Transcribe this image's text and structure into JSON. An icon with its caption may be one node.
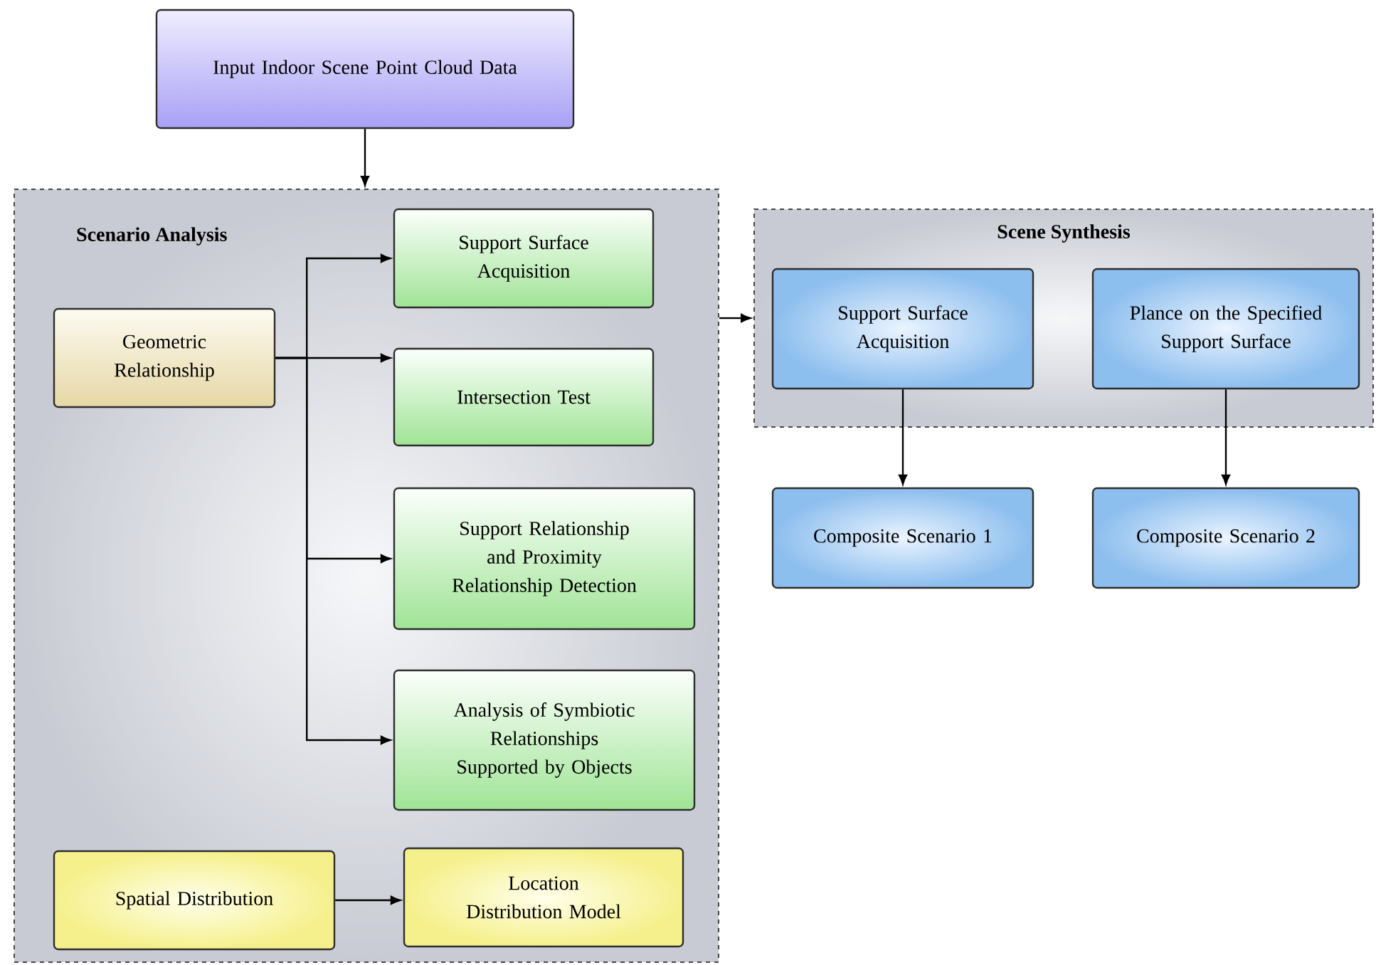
{
  "diagram": {
    "nodes": [
      {
        "text": [
          "Input Indoor Scene Point Cloud Data"
        ]
      },
      {
        "text": [
          "Scenario Analysis"
        ]
      },
      {
        "text": [
          "Geometric Relationship"
        ],
        "in": 1
      },
      {
        "text": [
          "Support Surface Acquisition"
        ],
        "in": 1
      },
      {
        "text": [
          "Intersection Test"
        ],
        "in": 1
      },
      {
        "text": [
          "Support Relationship and Proximity Relationship Detection"
        ],
        "in": 1
      },
      {
        "text": [
          "Analysis of Symbiotic Relationships Supported by Objects"
        ],
        "in": 1
      },
      {
        "text": [
          "Spatial Distribution"
        ],
        "in": 1
      },
      {
        "text": [
          "Location Distribution Model"
        ],
        "in": 1
      },
      {
        "text": [
          "Scene Synthesis"
        ]
      },
      {
        "text": [
          "Support Surface Acquisition"
        ],
        "in": 9
      },
      {
        "text": [
          "Plance on the Specified Support Surface"
        ],
        "in": 9
      },
      {
        "text": [
          "Composite Scenario 1"
        ]
      },
      {
        "text": [
          "Composite Scenario 2"
        ]
      }
    ],
    "edges": [
      {
        "from": 0,
        "to": 1,
        "arrow": "to"
      },
      {
        "from": 2,
        "to": 3,
        "arrow": "to"
      },
      {
        "from": 2,
        "to": 4,
        "arrow": "to"
      },
      {
        "from": 2,
        "to": 5,
        "arrow": "to"
      },
      {
        "from": 2,
        "to": 6,
        "arrow": "to"
      },
      {
        "from": 7,
        "to": 8,
        "arrow": "to"
      },
      {
        "from": 1,
        "to": 9,
        "arrow": "to"
      },
      {
        "from": 10,
        "to": 12,
        "arrow": "to"
      },
      {
        "from": 11,
        "to": 13,
        "arrow": "to"
      }
    ]
  }
}
